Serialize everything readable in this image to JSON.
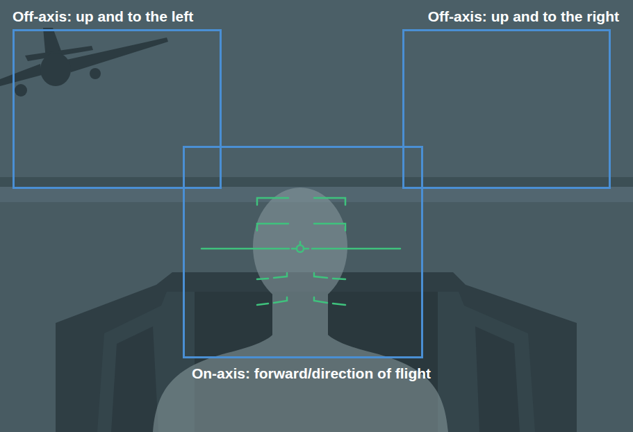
{
  "diagram": {
    "nodes": [
      {
        "text": [
          "Off-axis: up and to the left"
        ]
      },
      {
        "text": [
          "Off-axis: up and to the right"
        ]
      },
      {
        "text": [
          "On-axis: forward/direction of flight"
        ]
      }
    ]
  }
}
